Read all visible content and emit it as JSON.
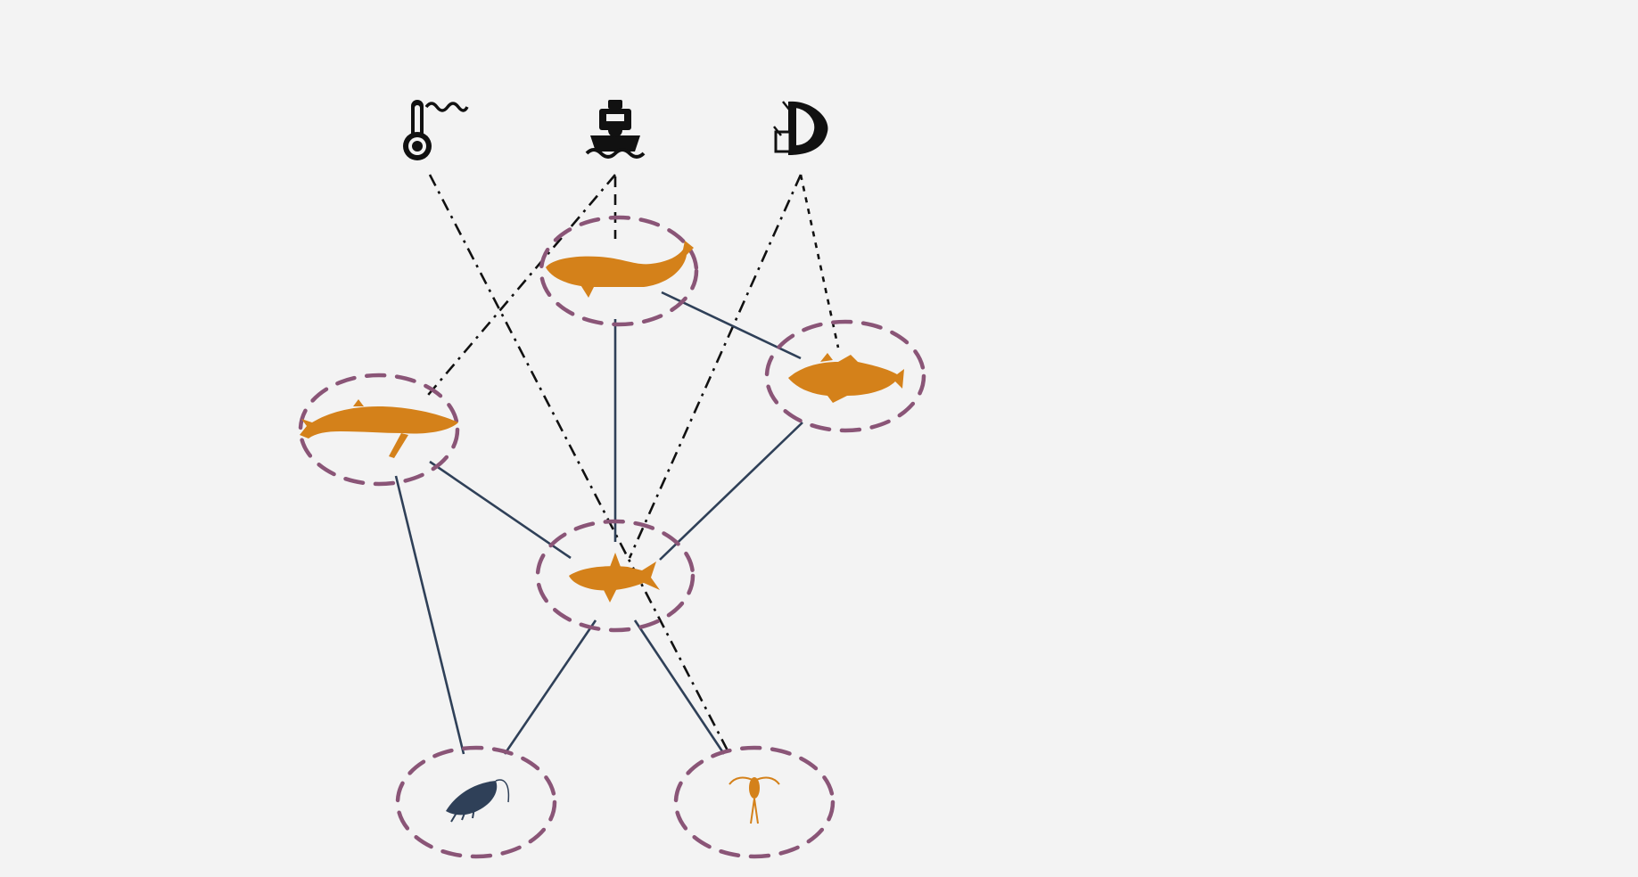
{
  "colors": {
    "background": "#f3f3f3",
    "ring": "#8a5577",
    "trophic_link": "#2f4058",
    "driver_link": "#111111",
    "species": "#d4811a",
    "krill": "#2f4058",
    "driver_icon": "#111111"
  },
  "drivers": [
    {
      "id": "temperature",
      "icon": "thermometer-icon"
    },
    {
      "id": "shipping",
      "icon": "ship-icon"
    },
    {
      "id": "fishing",
      "icon": "fishing-net-icon"
    }
  ],
  "species": [
    {
      "id": "bowhead-whale",
      "icon": "bowhead-whale-icon"
    },
    {
      "id": "humpback-whale",
      "icon": "humpback-whale-icon"
    },
    {
      "id": "cod",
      "icon": "cod-icon"
    },
    {
      "id": "capelin",
      "icon": "capelin-icon"
    },
    {
      "id": "krill",
      "icon": "krill-icon"
    },
    {
      "id": "copepod",
      "icon": "copepod-icon"
    }
  ],
  "trophic_links": [
    [
      "bowhead-whale",
      "capelin"
    ],
    [
      "bowhead-whale",
      "cod"
    ],
    [
      "humpback-whale",
      "capelin"
    ],
    [
      "humpback-whale",
      "krill"
    ],
    [
      "cod",
      "capelin"
    ],
    [
      "capelin",
      "krill"
    ],
    [
      "capelin",
      "copepod"
    ]
  ],
  "driver_links": [
    [
      "temperature",
      "copepod"
    ],
    [
      "shipping",
      "bowhead-whale"
    ],
    [
      "shipping",
      "humpback-whale"
    ],
    [
      "fishing",
      "cod"
    ],
    [
      "fishing",
      "capelin"
    ]
  ]
}
